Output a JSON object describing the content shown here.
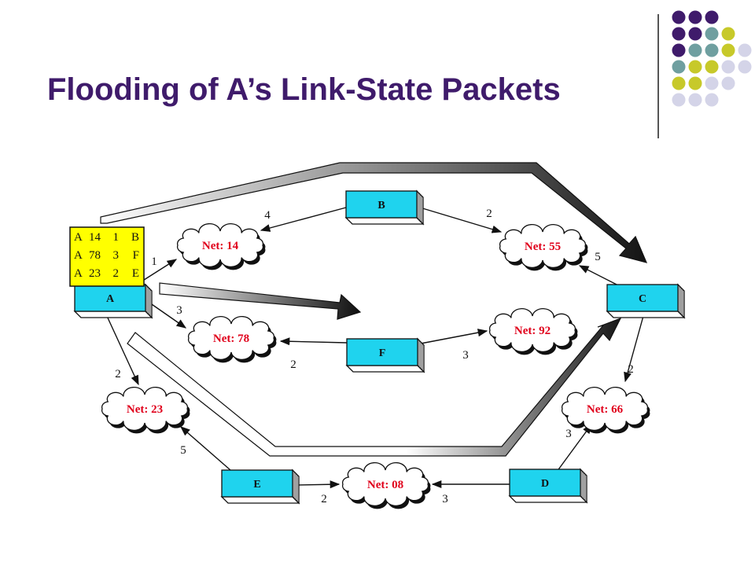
{
  "title": "Flooding of A’s Link-State Packets",
  "decoration_colors": [
    "#3f1b6b",
    "#6f9fa0",
    "#c7c92a",
    "#d4d4e8"
  ],
  "colors": {
    "router_fill": "#1fd3ee",
    "lsp_fill": "#ffff00",
    "net_text": "#e0001b",
    "title": "#3f1b6b"
  },
  "routers": [
    {
      "id": "A",
      "label": "A"
    },
    {
      "id": "B",
      "label": "B"
    },
    {
      "id": "C",
      "label": "C"
    },
    {
      "id": "D",
      "label": "D"
    },
    {
      "id": "E",
      "label": "E"
    },
    {
      "id": "F",
      "label": "F"
    }
  ],
  "networks": [
    {
      "id": "14",
      "label": "Net: 14"
    },
    {
      "id": "55",
      "label": "Net: 55"
    },
    {
      "id": "78",
      "label": "Net: 78"
    },
    {
      "id": "92",
      "label": "Net: 92"
    },
    {
      "id": "23",
      "label": "Net: 23"
    },
    {
      "id": "66",
      "label": "Net: 66"
    },
    {
      "id": "08",
      "label": "Net: 08"
    }
  ],
  "costs": [
    "1",
    "4",
    "2",
    "5",
    "3",
    "2",
    "3",
    "2",
    "2",
    "5",
    "3",
    "2",
    "3"
  ],
  "lsp_rows": [
    {
      "from": "A",
      "net": "14",
      "cost": "1",
      "to": "B"
    },
    {
      "from": "A",
      "net": "78",
      "cost": "3",
      "to": "F"
    },
    {
      "from": "A",
      "net": "23",
      "cost": "2",
      "to": "E"
    }
  ]
}
